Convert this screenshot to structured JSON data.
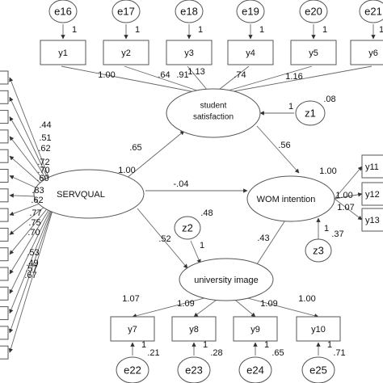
{
  "latents": {
    "servqual": "SERVQUAL",
    "satisfaction_line1": "student",
    "satisfaction_line2": "satisfaction",
    "wom": "WOM intention",
    "image": "university image"
  },
  "disturbances": {
    "z1": "z1",
    "z2": "z2",
    "z3": "z3"
  },
  "top_indicators": [
    "y1",
    "y2",
    "y3",
    "y4",
    "y5",
    "y6"
  ],
  "top_errors": [
    "e16",
    "e17",
    "e18",
    "e19",
    "e20",
    "e21"
  ],
  "bottom_indicators": [
    "y7",
    "y8",
    "y9",
    "y10"
  ],
  "bottom_errors": [
    "e22",
    "e23",
    "e24",
    "e25"
  ],
  "right_indicators": [
    "y11",
    "y12",
    "y13"
  ],
  "coefficients": {
    "top_error_paths": [
      "1",
      "1",
      "1",
      "1",
      "1",
      "1"
    ],
    "satisfaction_loadings": [
      "1.00",
      ".64",
      ".91",
      "1.13",
      ".74",
      "1.16"
    ],
    "z1_path": "1",
    "z1_variance": ".08",
    "servqual_to_satisfaction": ".65",
    "servqual_loading_mark": "1.00",
    "servqual_to_wom": "-.04",
    "satisfaction_to_wom": ".56",
    "servqual_to_image": ".52",
    "image_to_wom": ".43",
    "z2_variance": ".48",
    "z2_path": "1",
    "z3_path": "1",
    "z3_variance": ".37",
    "wom_loadings": [
      "1.00",
      "1.00",
      "1.07"
    ],
    "image_loadings": [
      "1.07",
      "1.09",
      "1.09",
      "1.00"
    ],
    "bottom_error_paths": [
      "1",
      "1",
      "1",
      "1"
    ],
    "bottom_error_variances": [
      ".21",
      ".28",
      ".65",
      ".71"
    ],
    "servqual_left_loadings": [
      ".44",
      ".51",
      ".62",
      ".72",
      ".70",
      ".60",
      ".83",
      ".62",
      ".77",
      ".75",
      ".70",
      ".53",
      ".49",
      ".57",
      ".67"
    ]
  }
}
